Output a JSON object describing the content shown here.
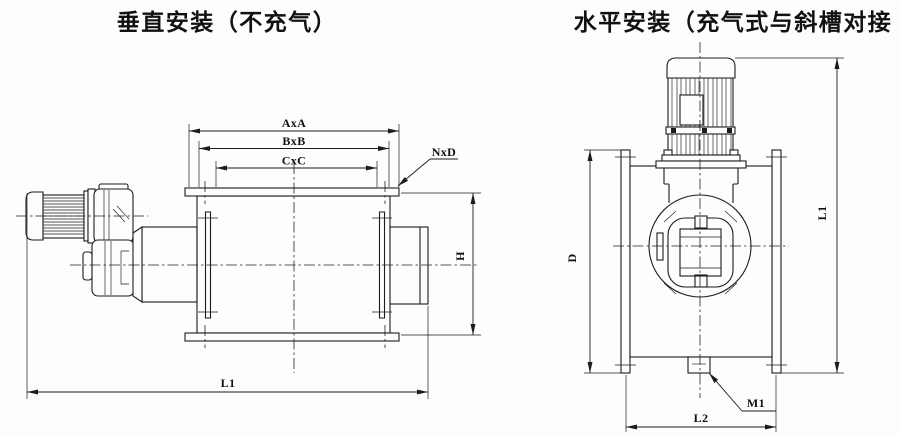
{
  "colors": {
    "line": "#1c1c1c",
    "background": "#fefdfb"
  },
  "left_view": {
    "title": "垂直安装（不充气）",
    "dim_labels": {
      "axa": "AxA",
      "bxb": "BxB",
      "cxc": "CxC",
      "nxd": "NxD",
      "h": "H",
      "l1": "L1"
    }
  },
  "right_view": {
    "title": "水平安装（充气式与斜槽对接",
    "dim_labels": {
      "l1": "L1",
      "d": "D",
      "l2": "L2",
      "m1": "M1"
    }
  }
}
